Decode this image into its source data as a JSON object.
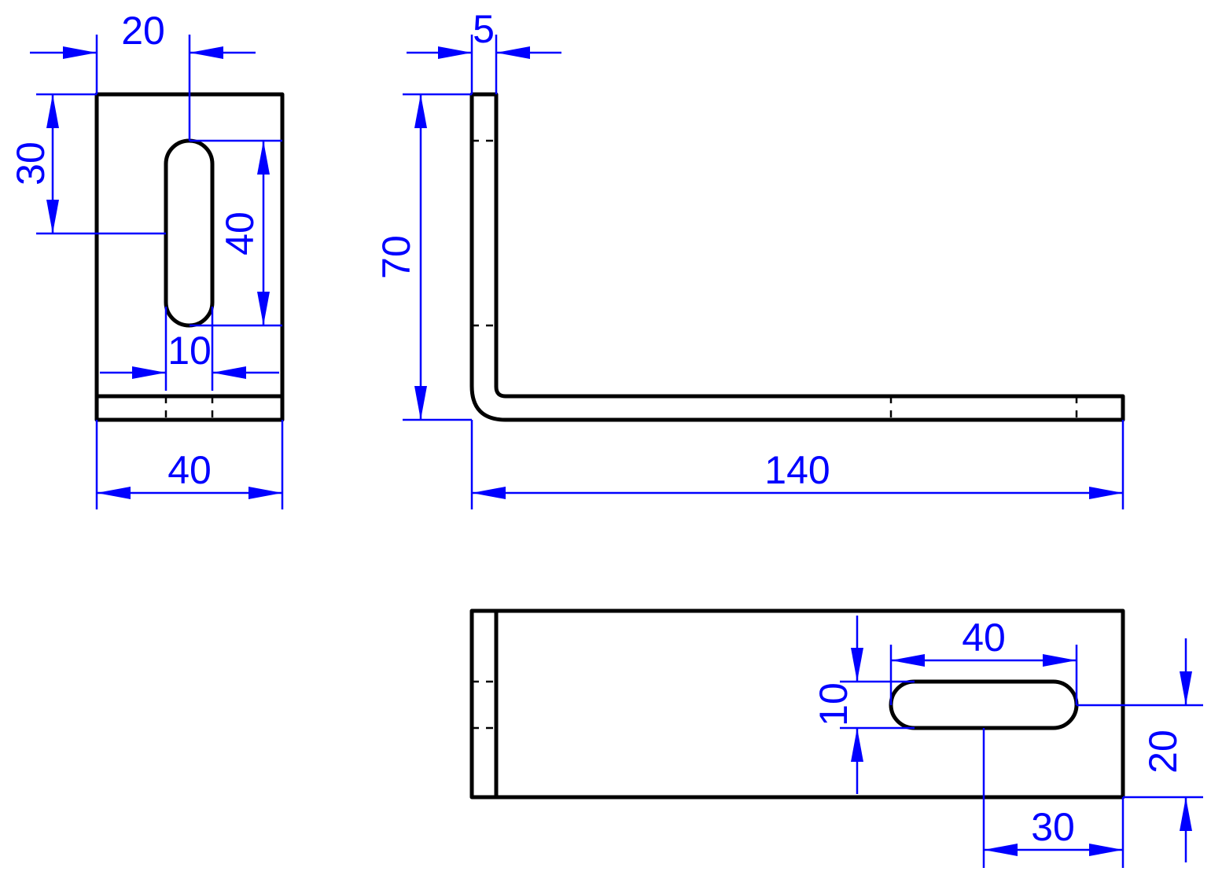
{
  "drawing": {
    "line_color": "#000000",
    "dimension_color": "#0000ff",
    "background": "#ffffff"
  },
  "views": {
    "left_view": {
      "dim_slot_offset_top": "20",
      "dim_slot_offset_left": "30",
      "dim_slot_length": "40",
      "dim_slot_width": "10",
      "dim_width": "40"
    },
    "front_view": {
      "dim_thickness": "5",
      "dim_height": "70",
      "dim_length": "140"
    },
    "top_view": {
      "dim_slot_length": "40",
      "dim_slot_width": "10",
      "dim_slot_center_offset": "20",
      "dim_slot_end_offset": "30"
    }
  }
}
